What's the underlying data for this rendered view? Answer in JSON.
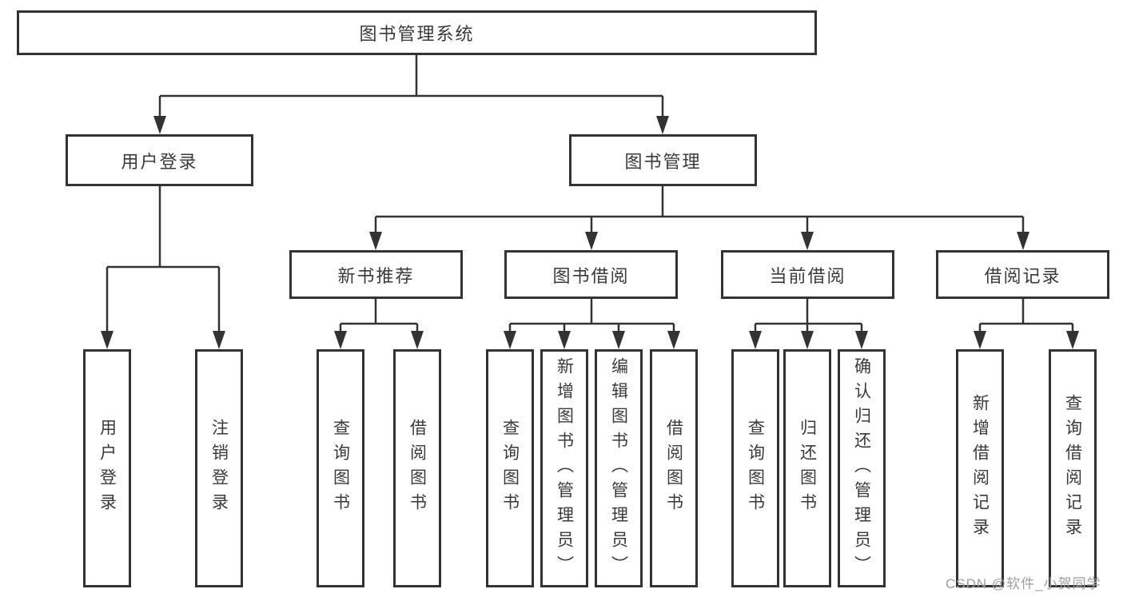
{
  "diagram": {
    "root": {
      "label": "图书管理系统"
    },
    "level2": [
      {
        "label": "用户登录"
      },
      {
        "label": "图书管理"
      }
    ],
    "level3": [
      {
        "label": "新书推荐"
      },
      {
        "label": "图书借阅"
      },
      {
        "label": "当前借阅"
      },
      {
        "label": "借阅记录"
      }
    ],
    "leaves": [
      {
        "label": "用户登录"
      },
      {
        "label": "注销登录"
      },
      {
        "label": "查询图书"
      },
      {
        "label": "借阅图书"
      },
      {
        "label": "查询图书"
      },
      {
        "label": "新增图书（管理员）"
      },
      {
        "label": "编辑图书（管理员）"
      },
      {
        "label": "借阅图书"
      },
      {
        "label": "查询图书"
      },
      {
        "label": "归还图书"
      },
      {
        "label": "确认归还（管理员）"
      },
      {
        "label": "新增借阅记录"
      },
      {
        "label": "查询借阅记录"
      }
    ]
  },
  "watermark": "CSDN @软件_小贺同学",
  "colors": {
    "line": "#333333",
    "text": "#3a3a3a",
    "watermark": "#9e9e9e",
    "background": "#ffffff"
  }
}
